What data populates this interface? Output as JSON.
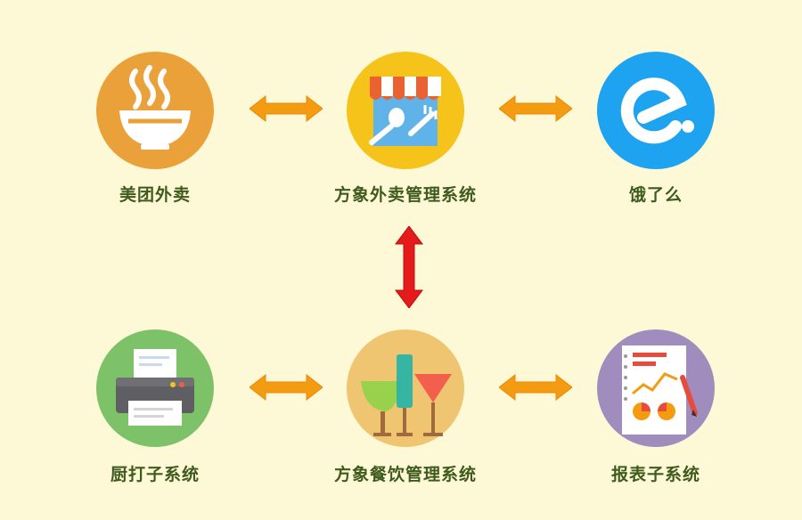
{
  "nodes": {
    "meituan": {
      "label": "美团外卖",
      "icon": "noodle-bowl-icon",
      "color": "#eba13a"
    },
    "fangxiang_takeout": {
      "label": "方象外卖管理系统",
      "icon": "storefront-spoon-fork-icon",
      "color": "#f6c31b"
    },
    "eleme": {
      "label": "饿了么",
      "icon": "eleme-logo-icon",
      "color": "#1ea3f1"
    },
    "kitchen_printer": {
      "label": "厨打子系统",
      "icon": "printer-icon",
      "color": "#7dc169"
    },
    "fangxiang_catering": {
      "label": "方象餐饮管理系统",
      "icon": "cocktail-glasses-icon",
      "color": "#f0c571"
    },
    "report": {
      "label": "报表子系统",
      "icon": "report-chart-icon",
      "color": "#a08cbd"
    }
  },
  "connectors": {
    "horizontal_color": "#f39c12",
    "vertical_color": "#e51b1b"
  }
}
